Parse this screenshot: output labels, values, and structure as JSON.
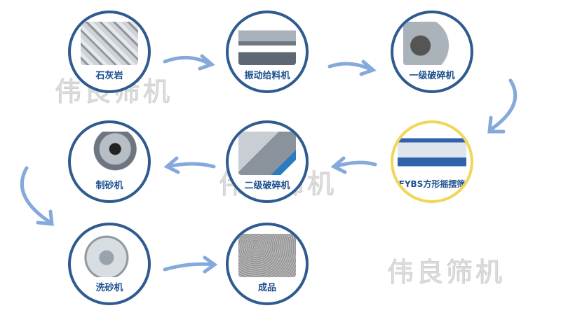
{
  "watermark": "伟良筛机",
  "colors": {
    "circle_border": "#2f5b8f",
    "highlight_border": "#f2d657",
    "label": "#1d4f8f",
    "arrow": "#86a9dc"
  },
  "steps": [
    {
      "label": "石灰岩",
      "icon": "limestone-image"
    },
    {
      "label": "振动给料机",
      "icon": "vibrating-feeder-image"
    },
    {
      "label": "一级破碎机",
      "icon": "jaw-crusher-image"
    },
    {
      "label": "FYBS方形摇摆筛",
      "icon": "square-tumbler-screen-image",
      "highlighted": true
    },
    {
      "label": "二级破碎机",
      "icon": "impact-crusher-image"
    },
    {
      "label": "制砂机",
      "icon": "sand-making-machine-image"
    },
    {
      "label": "洗砂机",
      "icon": "sand-washer-image"
    },
    {
      "label": "成品",
      "icon": "finished-sand-image"
    }
  ]
}
